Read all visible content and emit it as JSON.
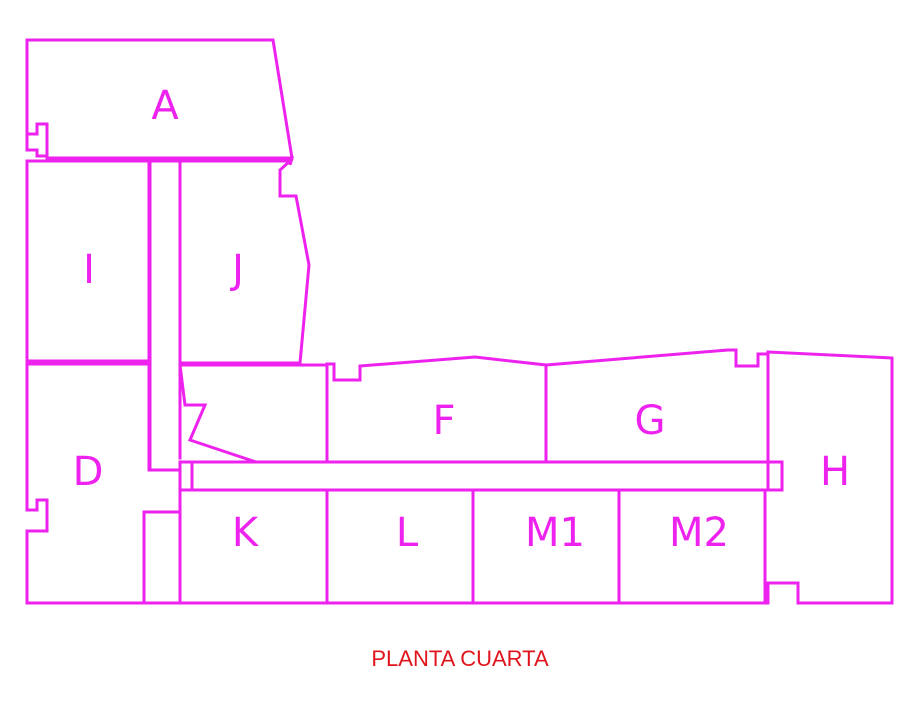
{
  "plan": {
    "caption": "PLANTA CUARTA",
    "line_color": "#ee22ee",
    "caption_color": "#e0141c",
    "units": [
      {
        "id": "A",
        "label": "A"
      },
      {
        "id": "I",
        "label": "I"
      },
      {
        "id": "J",
        "label": "J"
      },
      {
        "id": "D",
        "label": "D"
      },
      {
        "id": "F",
        "label": "F"
      },
      {
        "id": "G",
        "label": "G"
      },
      {
        "id": "H",
        "label": "H"
      },
      {
        "id": "K",
        "label": "K"
      },
      {
        "id": "L",
        "label": "L"
      },
      {
        "id": "M1",
        "label": "M1"
      },
      {
        "id": "M2",
        "label": "M2"
      }
    ]
  }
}
